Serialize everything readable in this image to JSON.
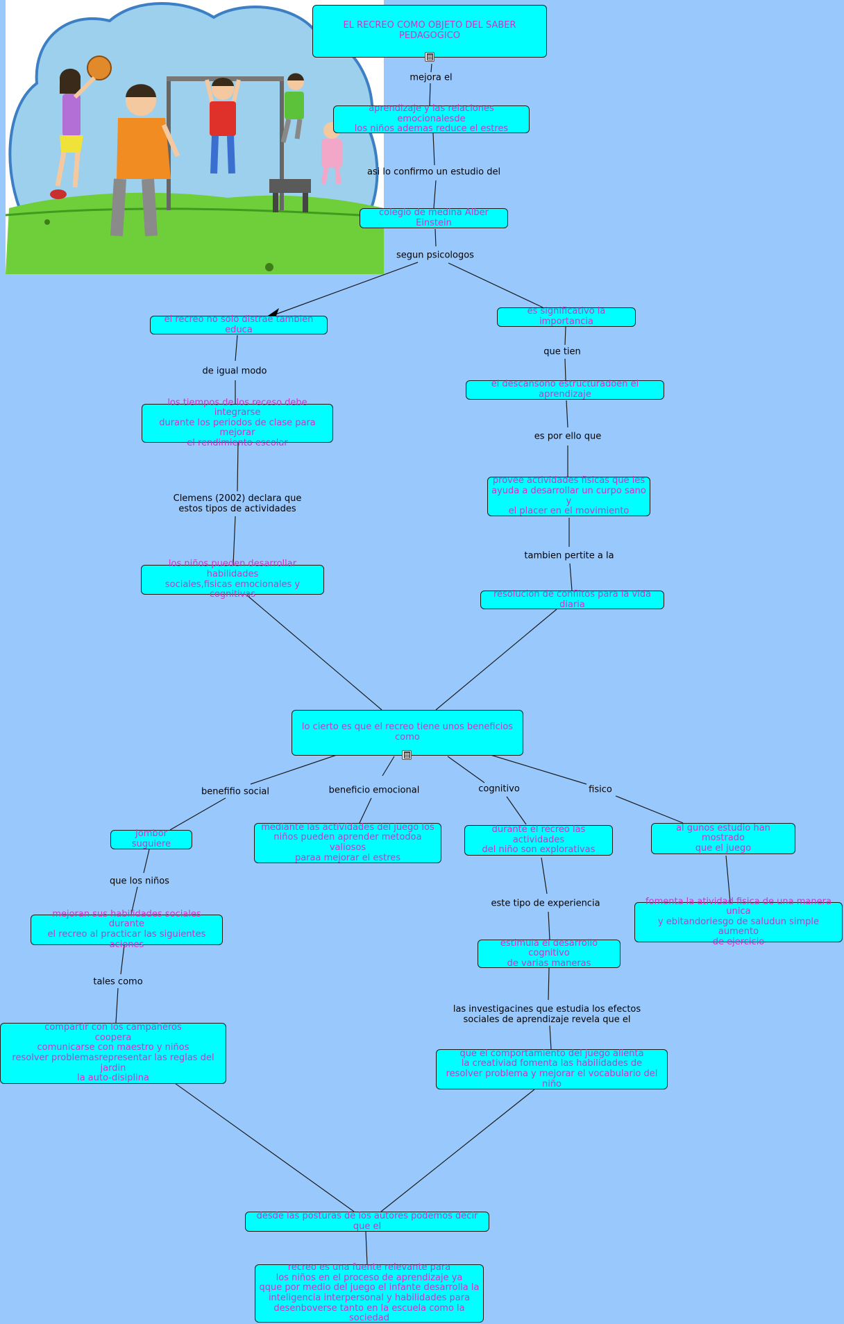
{
  "nodes": {
    "title": "EL RECREO COMO OBJETO DEL SABER PEDAGOGICO",
    "aprendizaje": "aprendizaje y las relaciones emocionalesde\nlos niños ademas reduce el estres",
    "colegio": "colegio de medina Alber Einstein",
    "educa": "el recreo no solo distrae tambien educa",
    "importancia": "es significativo la importancia",
    "tiempos": "los tiempos de los receso debe integrarse\ndurante los periodos de clase para mejorar\nel rendimiento escolar",
    "descanso": "el descansono estructuradoen el aprendizaje",
    "provee": "provee actividades fisicas que les\nayuda a desarrollar un curpo sano y\nel placer en el movimiento",
    "habilidades": "los niños pueden desarrollar habilidades\nsociales,fisicas emocionales y cognitivas",
    "conflictos": "resolucion de conflitos para la vida diaria",
    "beneficios": "lo cierto es que el recreo tiene unos beneficios como",
    "jombor": "Jombor suguiere",
    "emocional": "mediante las actividades del juego los\nniños pueden aprender metodoa valiosos\nparaa mejorar el estres",
    "explorativas": "durante el recreo las actividades\ndel niño son explorativas",
    "algunos": "al gunos estudio han mostrado\nque el juego",
    "mejoran": "mejoran sus habilidades sociales durante\nel recreo al practicar las siguientes aciones",
    "fomenta": "fomenta la atividad fisica de una manera unica\ny ebitandoriesgo de saludun simple aumento\nde ejercicio",
    "estimula": "estimula el desarrollo cognitivo\nde varias maneras",
    "compartir": "compartir con los campañeros\ncoopera\ncomunicarse con maestro y niños\nresolver problemasrepresentar las reglas del jardin\nla auto-disiplina",
    "comportamiento": "que el comportamiento del juego alienta\nla creativiad fomenta las habilidades de\nresolver problema y mejorar el vocabulario del niño",
    "posturas": "desde las posturas de los autores podemos decir que el",
    "fuente": "recreo es una fuente relevante para\nlos niños en el proceso de aprendizaje ya\nqque por medio del juego el infante desarrolla la\ninteligencia interpersonal y habilidades para\ndesenboverse tanto en la escuela como la sociedad"
  },
  "links": {
    "mejora": "mejora el",
    "confirmo": "asi lo confirmo un estudio del",
    "psicologos": "segun psicologos",
    "igual": "de igual modo",
    "tien": "que tien",
    "clemens": "Clemens (2002) declara que\nestos tipos de actividades",
    "porello": "es por ello que",
    "pertite": "tambien pertite a la",
    "social": "benefifio social",
    "emocional": "beneficio emocional",
    "cognitivo": "cognitivo",
    "fisico": "fisico",
    "ninos": "que los niños",
    "experiencia": "este tipo de experiencia",
    "tales": "tales como",
    "investigaciones": "las investigacines que estudia los efectos\nsociales de aprendizaje revela que el"
  },
  "icons": [
    "document-icon",
    "document-icon"
  ],
  "colors": {
    "background": "#99c8fc",
    "node_fill": "#00ffff",
    "node_text": "#cc33cc",
    "link_text": "#000000"
  }
}
